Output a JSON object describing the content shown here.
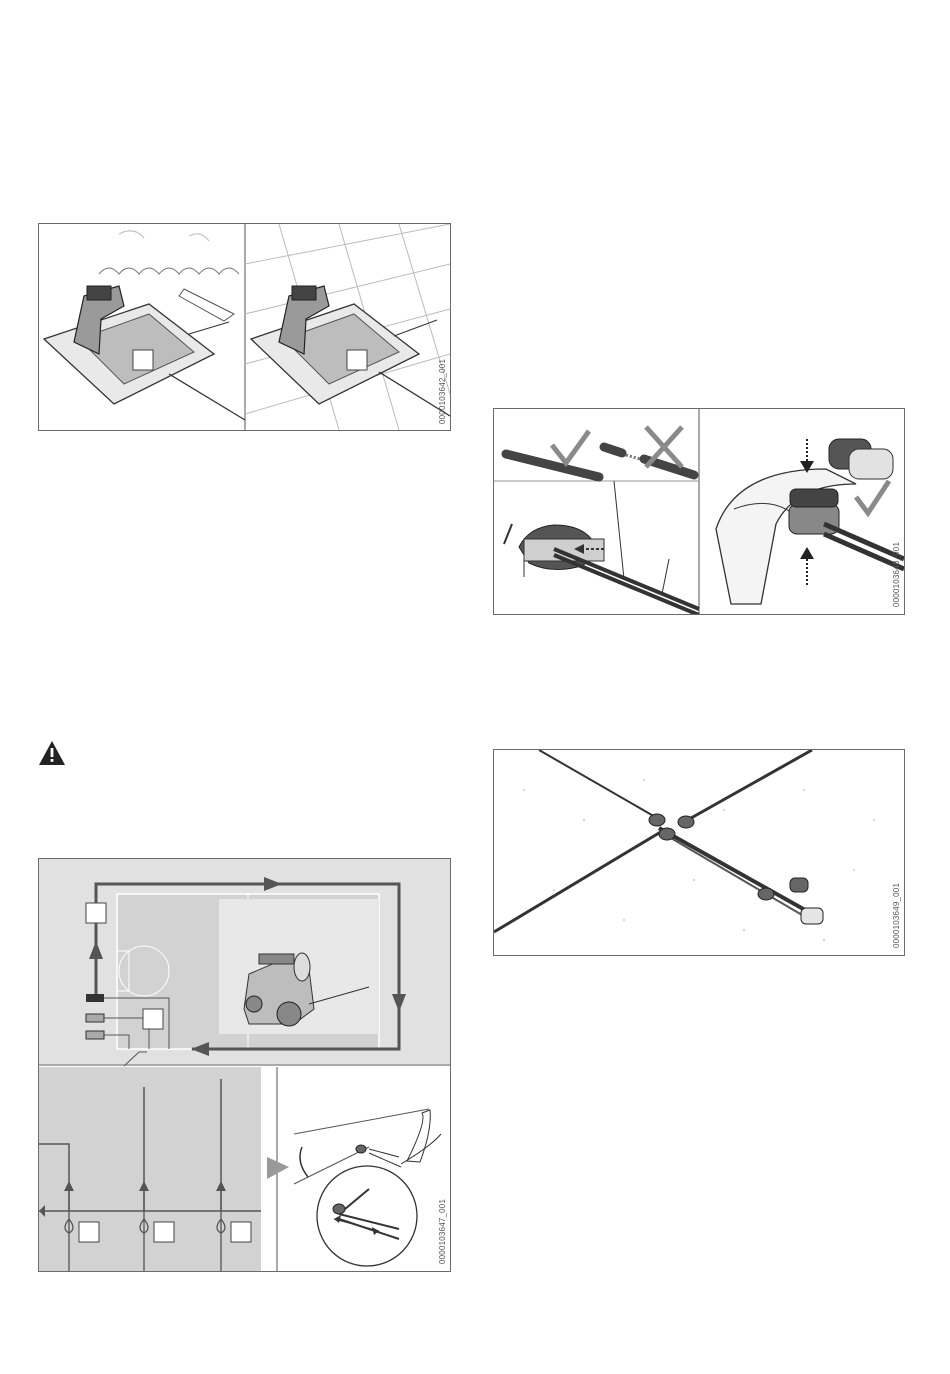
{
  "figures": {
    "fig1": {
      "code": "0000103642_001"
    },
    "fig2": {
      "code": "0000103648_001"
    },
    "fig3": {
      "code": "0000103649_001"
    },
    "fig4": {
      "code": "0000103647_001"
    }
  },
  "icons": {
    "warning": "warning-triangle-icon",
    "check": "checkmark-icon",
    "cross": "cross-icon"
  },
  "colors": {
    "line": "#3a3a3a",
    "panel_gray": "#dcdcdc",
    "panel_light": "#ececec",
    "warning": "#222222"
  }
}
